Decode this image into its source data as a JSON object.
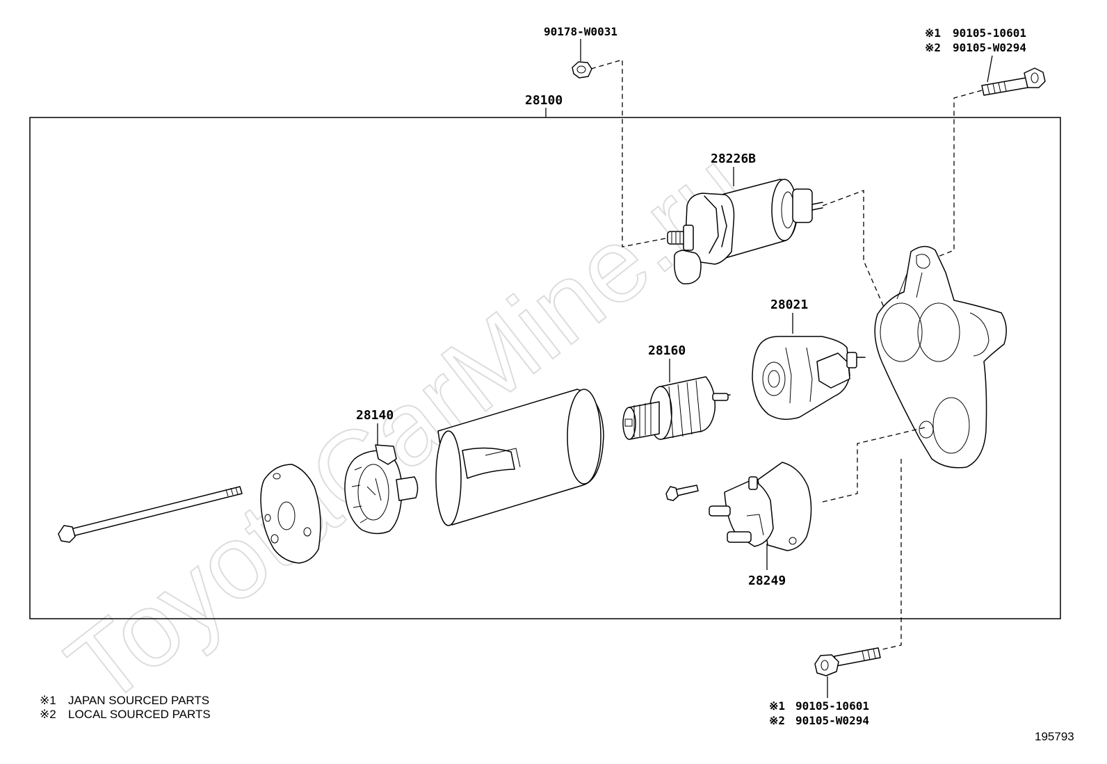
{
  "watermark": "ToyotaCarMine.ru",
  "assembly": {
    "part_no": "28100"
  },
  "parts": {
    "nut_top": "90178-W0031",
    "solenoid": "28226B",
    "field_frame_clutch": "28021",
    "armature": "28160",
    "brush_holder": "28140",
    "terminal_kit": "28249"
  },
  "bolt_top": {
    "line1_mark": "※1",
    "line1_part": "90105-10601",
    "line2_mark": "※2",
    "line2_part": "90105-W0294"
  },
  "bolt_bottom": {
    "line1_mark": "※1",
    "line1_part": "90105-10601",
    "line2_mark": "※2",
    "line2_part": "90105-W0294"
  },
  "legend": [
    {
      "mark": "※1",
      "text": "JAPAN SOURCED PARTS"
    },
    {
      "mark": "※2",
      "text": "LOCAL SOURCED PARTS"
    }
  ],
  "figure_id": "195793"
}
